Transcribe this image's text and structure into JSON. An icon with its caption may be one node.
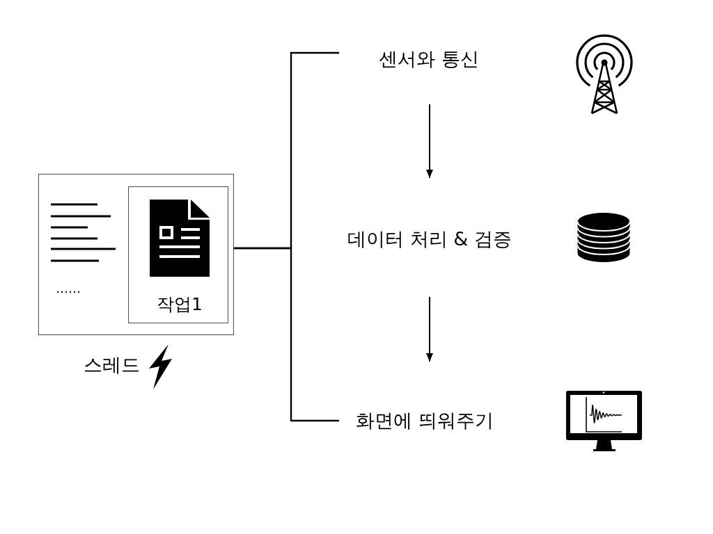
{
  "diagram": {
    "nodes": [
      {
        "text": [
          "……"
        ],
        "beside": [
          "스레드"
        ]
      },
      {
        "text": [
          "작업1"
        ],
        "in": 0
      },
      {
        "text": [
          "센서와 통신"
        ]
      },
      {
        "text": [
          "데이터 처리 & 검증"
        ]
      },
      {
        "text": [
          "화면에 띄워주기"
        ]
      }
    ],
    "edges": [
      {
        "from": 0,
        "to": 2,
        "arrow": "none"
      },
      {
        "from": 0,
        "to": 4,
        "arrow": "none"
      },
      {
        "from": 2,
        "to": 3,
        "arrow": "to"
      },
      {
        "from": 3,
        "to": 4,
        "arrow": "to"
      }
    ]
  }
}
